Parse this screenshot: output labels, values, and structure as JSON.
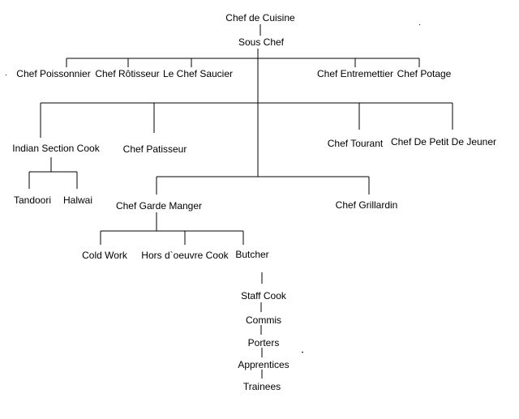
{
  "nodes": {
    "chef_de_cuisine": "Chef de Cuisine",
    "sous_chef": "Sous Chef",
    "chef_poissonnier": "Chef Poissonnier",
    "chef_rotisseur": "Chef Rôtisseur",
    "le_chef_saucier": "Le Chef Saucier",
    "chef_entremettier": "Chef Entremettier",
    "chef_potage": "Chef Potage",
    "indian_section_cook": "Indian Section Cook",
    "chef_patisseur": "Chef Patisseur",
    "chef_tourant": "Chef Tourant",
    "chef_de_petit_de_jeuner": "Chef De Petit De Jeuner",
    "tandoori": "Tandoori",
    "halwai": "Halwai",
    "chef_garde_manger": "Chef Garde Manger",
    "chef_grillardin": "Chef Grillardin",
    "cold_work": "Cold Work",
    "hors_doeuvre_cook": "Hors d`oeuvre Cook",
    "butcher": "Butcher",
    "staff_cook": "Staff Cook",
    "commis": "Commis",
    "porters": "Porters",
    "apprentices": "Apprentices",
    "trainees": "Trainees"
  }
}
